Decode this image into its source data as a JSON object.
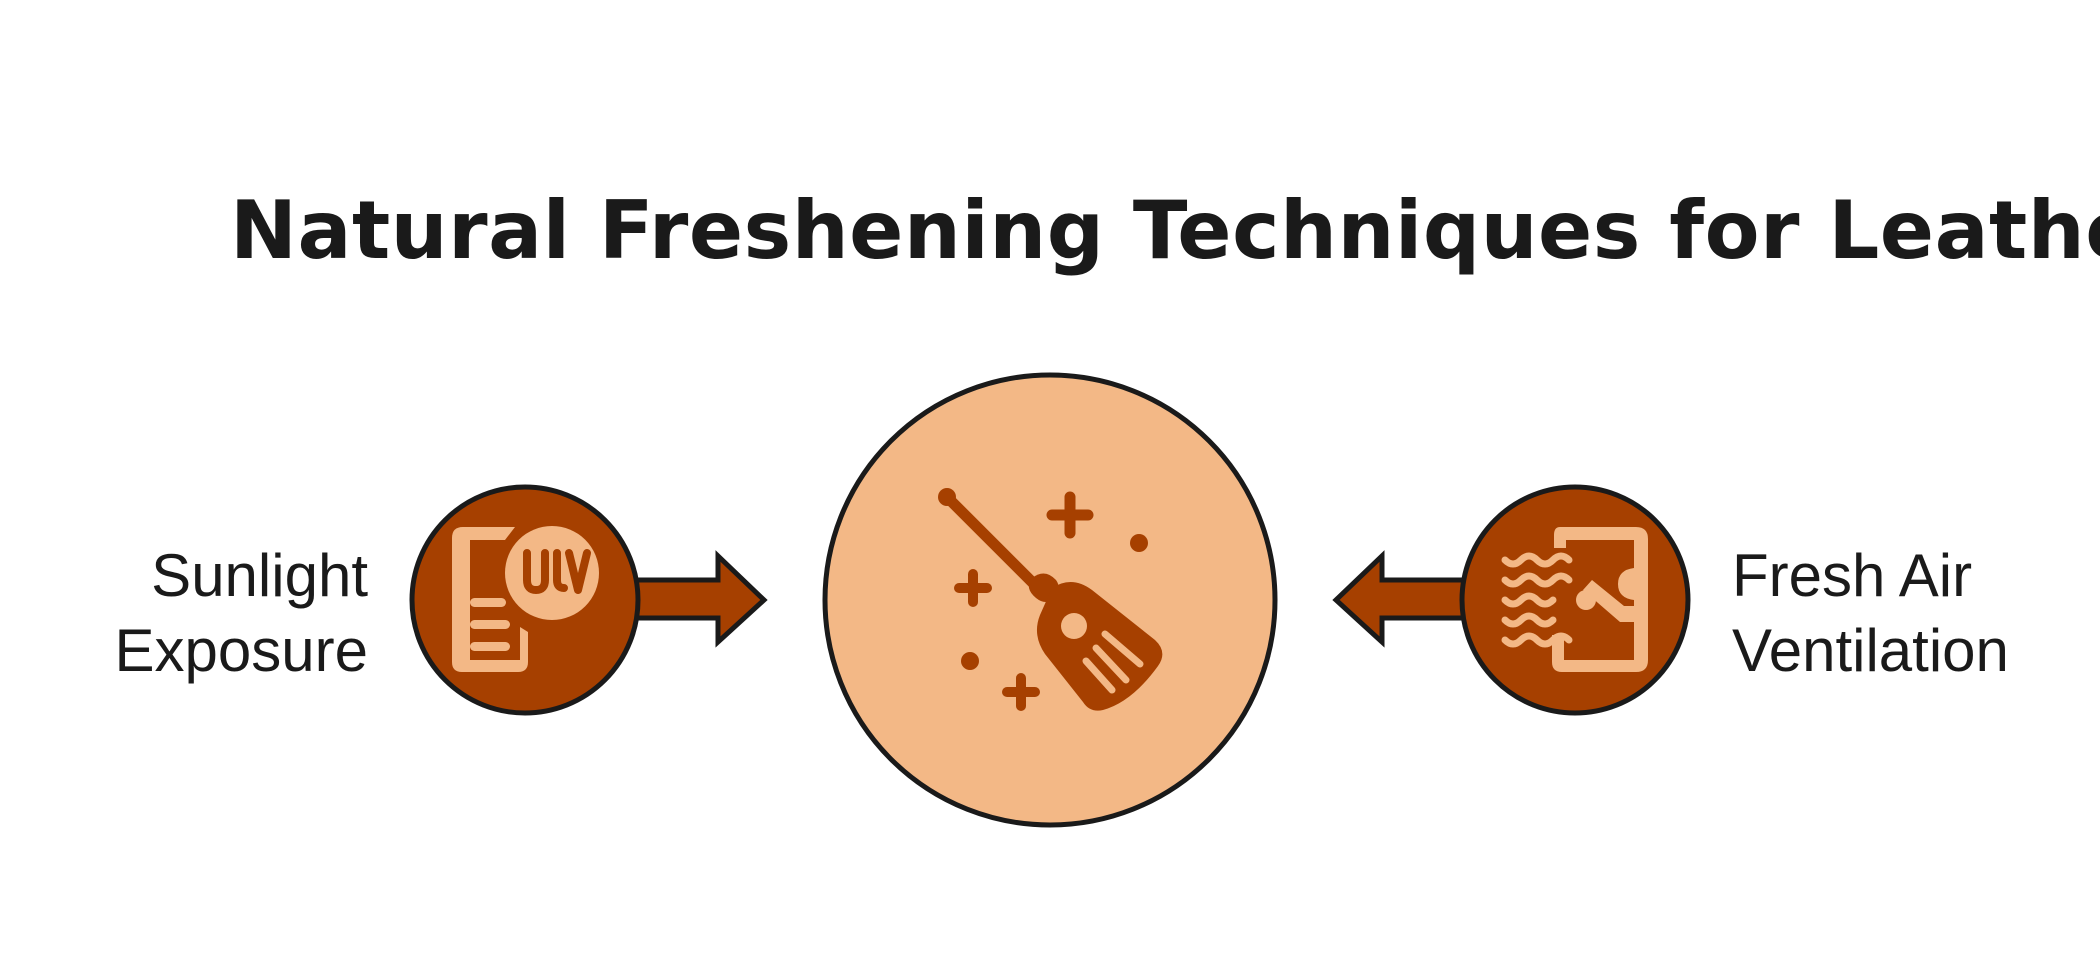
{
  "title": "Natural Freshening Techniques for Leather",
  "left_method": {
    "label_line1": "Sunlight",
    "label_line2": "Exposure",
    "icon": "uv-sunlight-icon"
  },
  "right_method": {
    "label_line1": "Fresh Air",
    "label_line2": "Ventilation",
    "icon": "air-ventilation-icon"
  },
  "center": {
    "icon": "cleaning-brush-icon"
  },
  "colors": {
    "dark_accent": "#A64000",
    "light_accent": "#F3B886",
    "outline": "#1a1a1a",
    "text": "#1a1a1a"
  }
}
